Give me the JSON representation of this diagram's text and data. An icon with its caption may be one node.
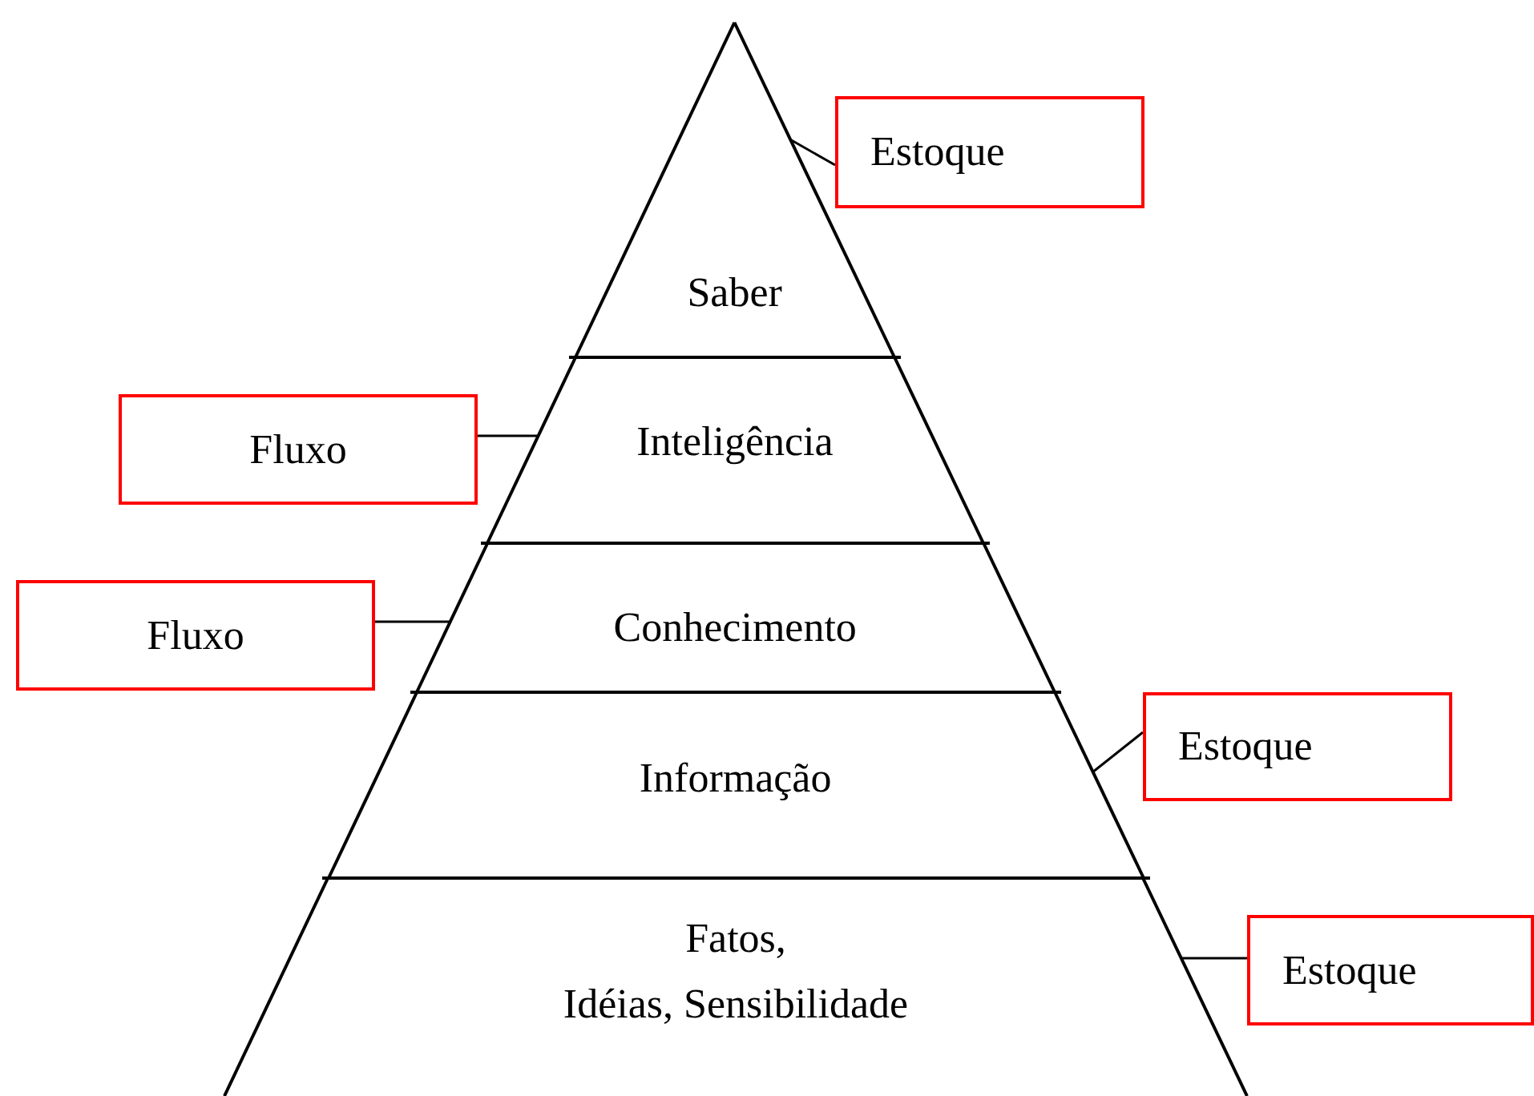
{
  "diagram": {
    "nodes": [
      {
        "text": [
          "Saber"
        ]
      },
      {
        "text": [
          "Inteligência"
        ]
      },
      {
        "text": [
          "Conhecimento"
        ]
      },
      {
        "text": [
          "Informação"
        ]
      },
      {
        "text": [
          "Fatos,",
          "Idéias, Sensibilidade"
        ]
      },
      {
        "text": [
          "Estoque"
        ]
      },
      {
        "text": [
          "Fluxo"
        ]
      },
      {
        "text": [
          "Fluxo"
        ]
      },
      {
        "text": [
          "Estoque"
        ]
      },
      {
        "text": [
          "Estoque"
        ]
      }
    ],
    "edges": [
      {
        "from": 5,
        "to": 0,
        "arrow": "none"
      },
      {
        "from": 6,
        "to": 1,
        "arrow": "none"
      },
      {
        "from": 7,
        "to": 2,
        "arrow": "none"
      },
      {
        "from": 8,
        "to": 3,
        "arrow": "none"
      },
      {
        "from": 9,
        "to": 4,
        "arrow": "none"
      }
    ]
  }
}
